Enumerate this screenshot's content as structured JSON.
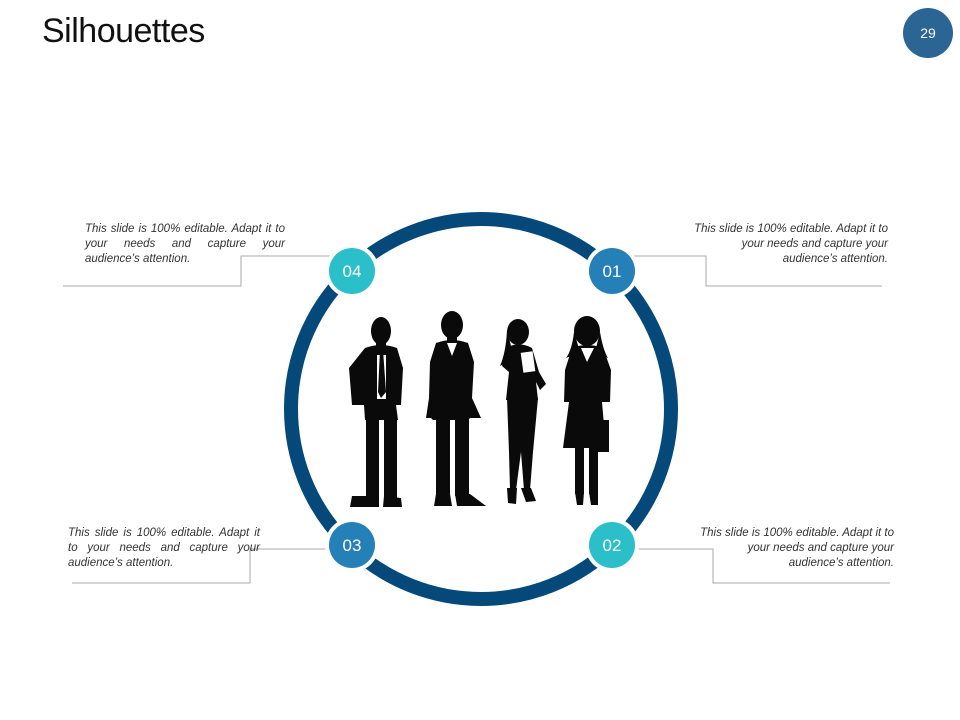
{
  "slide": {
    "title": "Silhouettes",
    "page_number": "29"
  },
  "colors": {
    "ring": "#05497A",
    "badge_dark": "#2680B8",
    "badge_teal": "#2BBFC9",
    "page_badge": "#2B6593",
    "silhouette": "#0A0A0A",
    "connector": "#A8A8A8"
  },
  "badges": [
    {
      "label": "01",
      "tone": "dark"
    },
    {
      "label": "02",
      "tone": "teal"
    },
    {
      "label": "03",
      "tone": "dark"
    },
    {
      "label": "04",
      "tone": "teal"
    }
  ],
  "notes": {
    "top_right": "This slide is 100% editable. Adapt it to your needs and capture your audience’s attention.",
    "bottom_right": "This slide is 100% editable. Adapt it to your needs and capture your audience’s attention.",
    "bottom_left": "This slide is 100% editable. Adapt it to your needs and capture your audience’s attention.",
    "top_left": "This slide is 100% editable. Adapt it to your needs and capture your audience’s attention."
  },
  "figures": [
    "businessman-silhouette-icon",
    "businessman-silhouette-icon",
    "businesswoman-silhouette-icon",
    "businesswoman-silhouette-icon"
  ]
}
